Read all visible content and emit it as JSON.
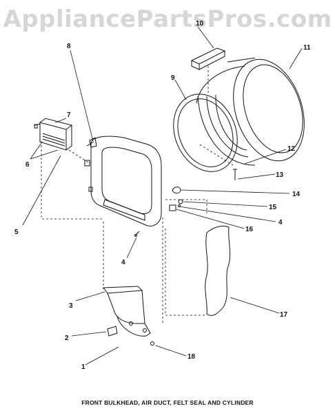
{
  "watermark": "AppliancePartsPros.com",
  "caption": "FRONT BULKHEAD, AIR DUCT, FELT SEAL AND CYLINDER",
  "callouts": {
    "c1": "1",
    "c2": "2",
    "c3": "3",
    "c4a": "4",
    "c4b": "4",
    "c5": "5",
    "c6": "6",
    "c7": "7",
    "c8": "8",
    "c9": "9",
    "c10": "10",
    "c11": "11",
    "c12": "12",
    "c13": "13",
    "c14": "14",
    "c15": "15",
    "c16": "16",
    "c17": "17",
    "c18": "18"
  }
}
